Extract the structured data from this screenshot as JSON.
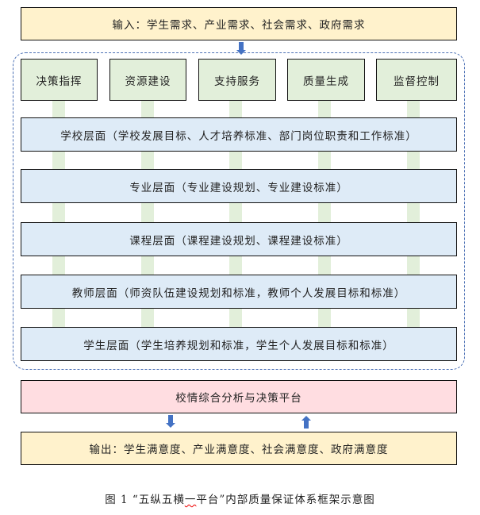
{
  "input": "输入：学生需求、产业需求、社会需求、政府需求",
  "pillars": [
    "决策指挥",
    "资源建设",
    "支持服务",
    "质量生成",
    "监督控制"
  ],
  "layers": [
    "学校层面（学校发展目标、人才培养标准、部门岗位职责和工作标准）",
    "专业层面（专业建设规划、专业建设标准）",
    "课程层面（课程建设规划、课程建设标准）",
    "教师层面（师资队伍建设规划和标准，教师个人发展目标和标准）",
    "学生层面（学生培养规划和标准，学生个人发展目标和标准）"
  ],
  "platform": "校情综合分析与决策平台",
  "output": "输出：学生满意度、产业满意度、社会满意度、政府满意度",
  "caption": {
    "prefix": "图 1 “五纵五横",
    "flagged": "一",
    "suffix": "平台”内部质量保证体系框架示意图"
  }
}
